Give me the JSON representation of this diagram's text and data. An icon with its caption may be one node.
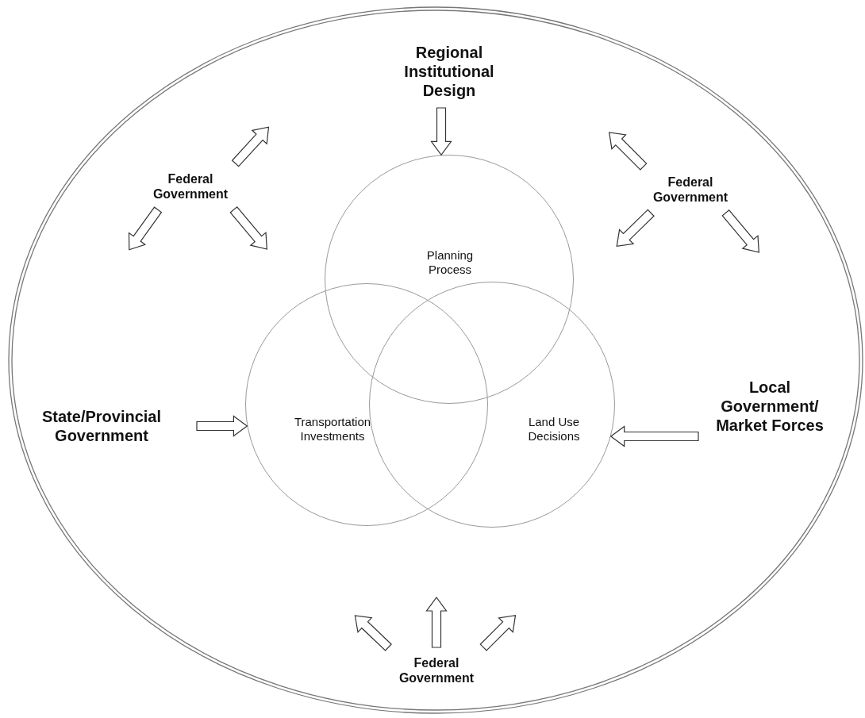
{
  "diagram": {
    "nodes": [
      {
        "text": [],
        "shape": "circle"
      },
      {
        "text": [
          "Regional Institutional Design"
        ],
        "in": 0
      },
      {
        "text": [
          "Federal Government"
        ],
        "in": 0
      },
      {
        "text": [
          "Federal Government"
        ],
        "in": 0
      },
      {
        "text": [
          "Planning Process"
        ],
        "in": 0
      },
      {
        "text": [
          "State/Provincial Government"
        ],
        "in": 0
      },
      {
        "text": [
          "Transportation Investments"
        ],
        "in": 0
      },
      {
        "text": [
          "Land Use Decisions"
        ],
        "in": 0
      },
      {
        "text": [
          "Local Government/ Market Forces"
        ],
        "in": 0
      },
      {
        "text": [
          "Federal Government"
        ],
        "in": 0
      }
    ],
    "edges": [
      {
        "from": 1,
        "to": 4,
        "arrow": "to"
      },
      {
        "from": 2,
        "to": null,
        "arrow": "to"
      },
      {
        "from": 2,
        "to": null,
        "arrow": "to"
      },
      {
        "from": 2,
        "to": null,
        "arrow": "to"
      },
      {
        "from": 3,
        "to": null,
        "arrow": "to"
      },
      {
        "from": 3,
        "to": null,
        "arrow": "to"
      },
      {
        "from": 3,
        "to": null,
        "arrow": "to"
      },
      {
        "from": 5,
        "to": 6,
        "arrow": "to"
      },
      {
        "from": 8,
        "to": 7,
        "arrow": "to"
      },
      {
        "from": 9,
        "to": null,
        "arrow": "to"
      },
      {
        "from": 9,
        "to": null,
        "arrow": "to"
      },
      {
        "from": 9,
        "to": null,
        "arrow": "to"
      }
    ]
  }
}
